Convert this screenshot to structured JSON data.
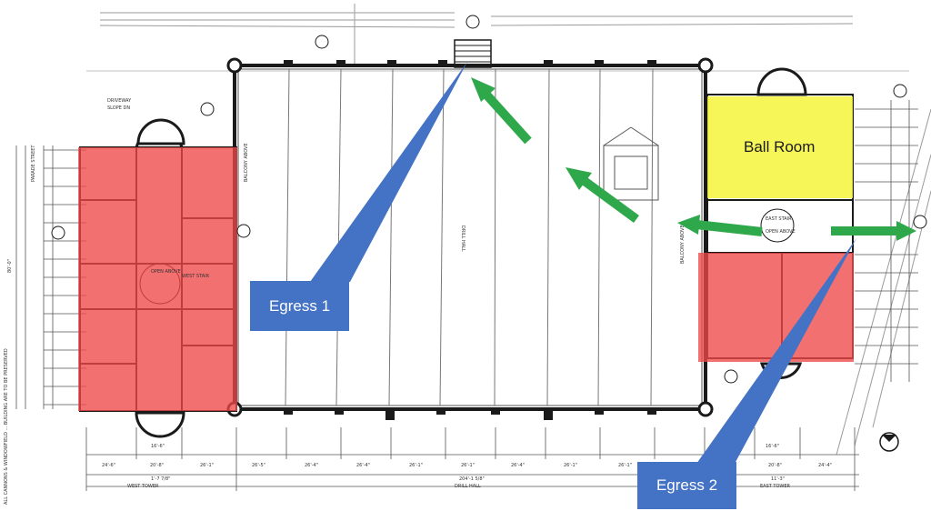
{
  "plan": {
    "labels": {
      "drill_hall_center": "DRILL HALL",
      "drill_hall_bottom": "DRILL HALL",
      "west_tower": "WEST TOWER",
      "east_tower": "EAST TOWER",
      "parade_street": "PARADE STREET",
      "driveway": "DRIVEWAY",
      "driveway_slope": "SLOPE DN",
      "balcony_above_west": "BALCONY ABOVE",
      "balcony_above_east": "BALCONY ABOVE",
      "open_above_west": "OPEN ABOVE",
      "west_stair": "WEST STAIR",
      "east_stair": "EAST STAIR",
      "east_open_above": "OPEN ABOVE",
      "overall_dim_left": "80'-0\"",
      "overall_dim_bottom": "204'-1 5/8\"",
      "side_note": "ALL CANNONS & WINDOWFIELD ... BUILDING ARE TO BE PRESERVED"
    },
    "dims_bottom_west": [
      "24'-6\"",
      "20'-8\"",
      "26'-1\""
    ],
    "dims_bottom_hall": [
      "26'-5\"",
      "26'-4\"",
      "26'-4\"",
      "26'-1\"",
      "26'-1\"",
      "26'-4\"",
      "26'-1\"",
      "26'-1\""
    ],
    "dims_bottom_east": [
      "20'-8\"",
      "24'-4\""
    ],
    "west_tower_dim": "1'-7 7/8\"",
    "west_small_dim": "16'-6\"",
    "east_small_dim": "16'-6\"",
    "east_tower_dim": "11'-3\""
  },
  "zones": {
    "west_colour": "#f04848",
    "east_colour": "#f04848",
    "ballroom_colour": "#f5f53c",
    "ballroom_label": "Ball Room"
  },
  "callouts": {
    "egress1": "Egress 1",
    "egress2": "Egress 2",
    "callout_colour": "#4472c4",
    "arrow_colour": "#2ea84a"
  }
}
